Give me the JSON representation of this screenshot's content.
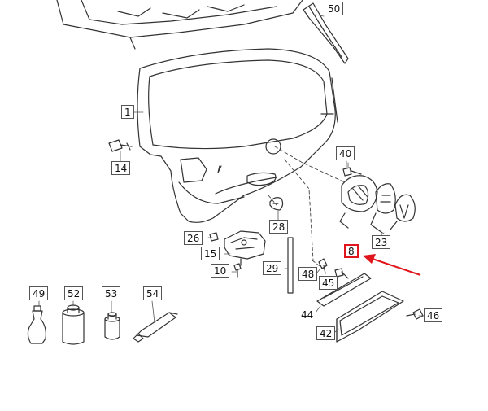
{
  "diagram": {
    "colors": {
      "line": "#333333",
      "highlight": "#e0161c",
      "label_border": "#555555"
    },
    "callouts": [
      {
        "id": "50",
        "text": "50"
      },
      {
        "id": "1",
        "text": "1"
      },
      {
        "id": "14",
        "text": "14"
      },
      {
        "id": "40",
        "text": "40"
      },
      {
        "id": "28",
        "text": "28"
      },
      {
        "id": "26",
        "text": "26"
      },
      {
        "id": "15",
        "text": "15"
      },
      {
        "id": "10",
        "text": "10"
      },
      {
        "id": "29",
        "text": "29"
      },
      {
        "id": "48",
        "text": "48"
      },
      {
        "id": "45",
        "text": "45"
      },
      {
        "id": "23",
        "text": "23"
      },
      {
        "id": "8",
        "text": "8",
        "highlighted": true
      },
      {
        "id": "44",
        "text": "44"
      },
      {
        "id": "42",
        "text": "42"
      },
      {
        "id": "46",
        "text": "46"
      },
      {
        "id": "49",
        "text": "49"
      },
      {
        "id": "52",
        "text": "52"
      },
      {
        "id": "53",
        "text": "53"
      },
      {
        "id": "54",
        "text": "54"
      }
    ]
  }
}
